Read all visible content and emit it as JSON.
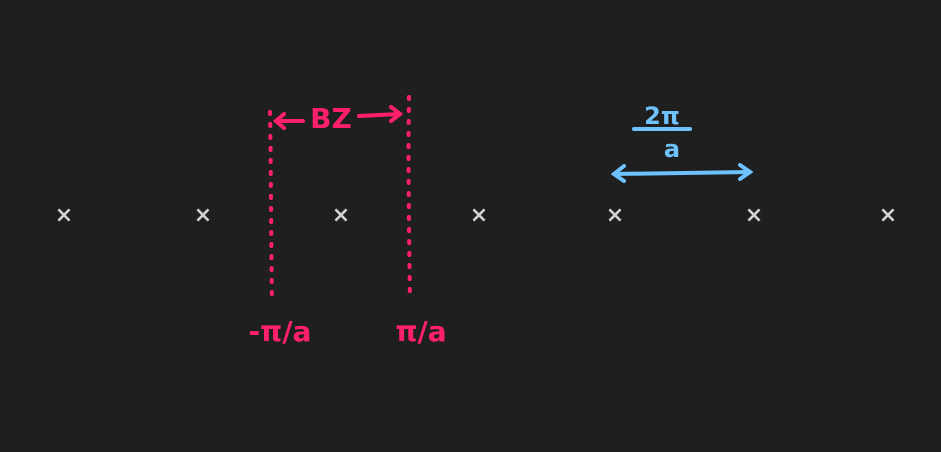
{
  "lattice": {
    "point_symbol": "×",
    "point_color": "#d2d2d2",
    "count": 7
  },
  "brillouin_zone": {
    "label": "BZ",
    "left_boundary_label": "-π/a",
    "right_boundary_label": "π/a",
    "color": "#ff1f6a"
  },
  "reciprocal_spacing": {
    "numerator": "2π",
    "denominator": "a",
    "color": "#6ec3ff"
  }
}
